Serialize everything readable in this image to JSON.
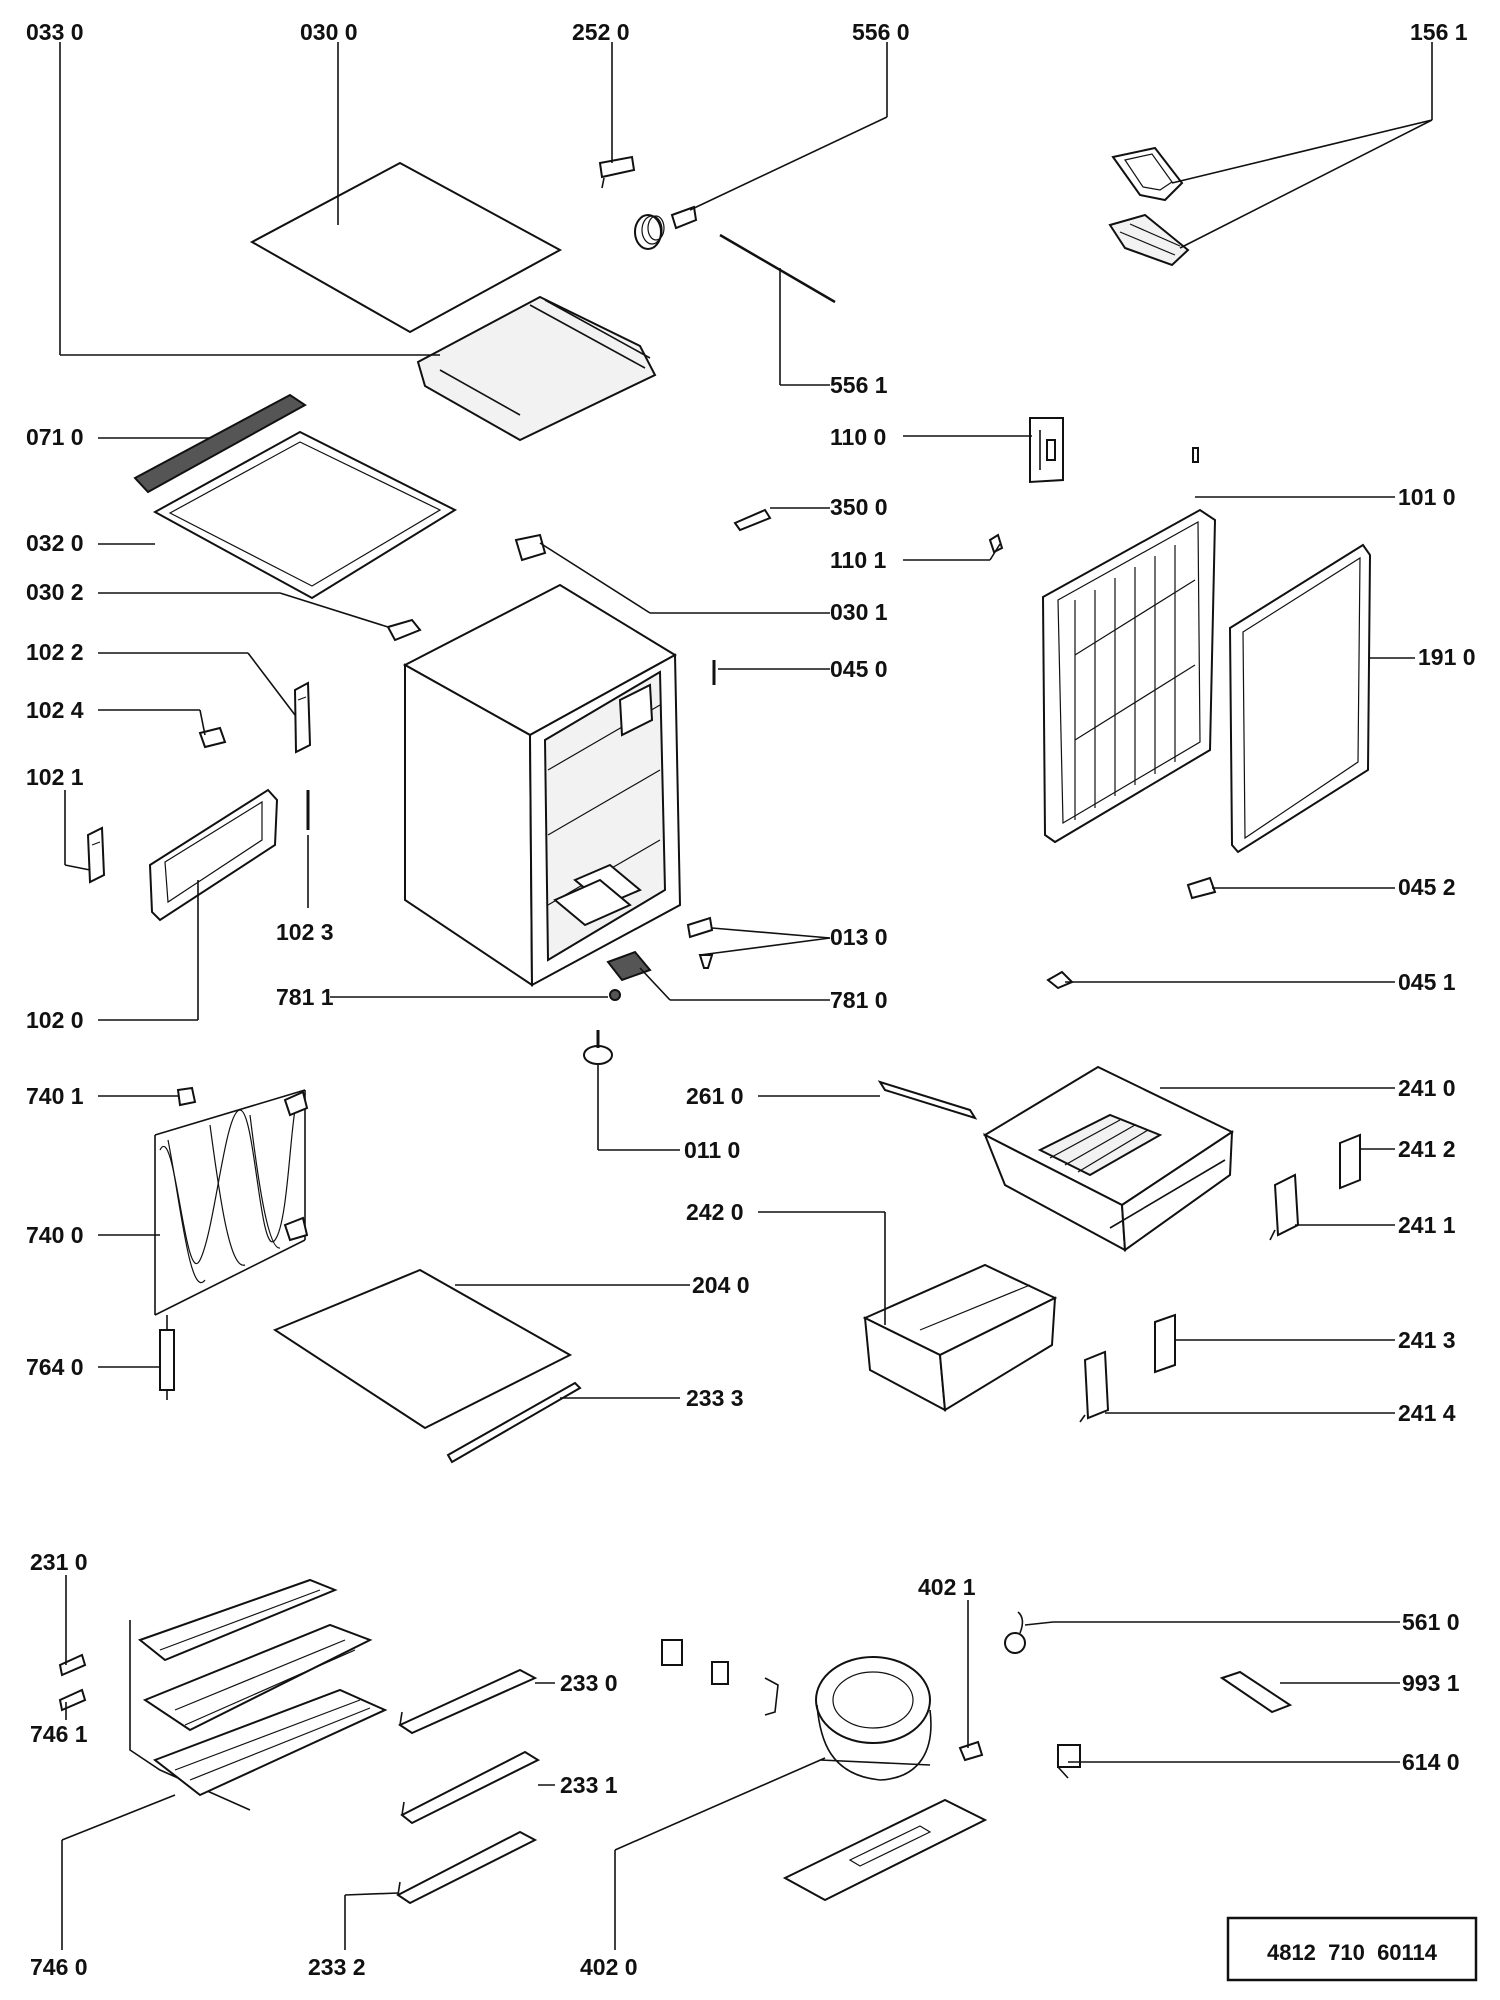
{
  "diagram": {
    "labels": [
      {
        "id": "033-0",
        "text": "033 0"
      },
      {
        "id": "030-0",
        "text": "030 0"
      },
      {
        "id": "252-0",
        "text": "252 0"
      },
      {
        "id": "556-0",
        "text": "556 0"
      },
      {
        "id": "156-1",
        "text": "156 1"
      },
      {
        "id": "556-1",
        "text": "556 1"
      },
      {
        "id": "071-0",
        "text": "071 0"
      },
      {
        "id": "110-0",
        "text": "110 0"
      },
      {
        "id": "350-0",
        "text": "350 0"
      },
      {
        "id": "101-0",
        "text": "101 0"
      },
      {
        "id": "032-0",
        "text": "032 0"
      },
      {
        "id": "110-1",
        "text": "110 1"
      },
      {
        "id": "030-2",
        "text": "030 2"
      },
      {
        "id": "030-1",
        "text": "030 1"
      },
      {
        "id": "102-2",
        "text": "102 2"
      },
      {
        "id": "045-0",
        "text": "045 0"
      },
      {
        "id": "191-0",
        "text": "191 0"
      },
      {
        "id": "102-4",
        "text": "102 4"
      },
      {
        "id": "102-1",
        "text": "102 1"
      },
      {
        "id": "045-2",
        "text": "045 2"
      },
      {
        "id": "102-3",
        "text": "102 3"
      },
      {
        "id": "013-0",
        "text": "013 0"
      },
      {
        "id": "781-1",
        "text": "781 1"
      },
      {
        "id": "781-0",
        "text": "781 0"
      },
      {
        "id": "045-1",
        "text": "045 1"
      },
      {
        "id": "102-0",
        "text": "102 0"
      },
      {
        "id": "740-1",
        "text": "740 1"
      },
      {
        "id": "261-0",
        "text": "261 0"
      },
      {
        "id": "241-0",
        "text": "241 0"
      },
      {
        "id": "011-0",
        "text": "011 0"
      },
      {
        "id": "241-2",
        "text": "241 2"
      },
      {
        "id": "242-0",
        "text": "242 0"
      },
      {
        "id": "241-1",
        "text": "241 1"
      },
      {
        "id": "740-0",
        "text": "740 0"
      },
      {
        "id": "204-0",
        "text": "204 0"
      },
      {
        "id": "241-3",
        "text": "241 3"
      },
      {
        "id": "764-0",
        "text": "764 0"
      },
      {
        "id": "233-3",
        "text": "233 3"
      },
      {
        "id": "241-4",
        "text": "241 4"
      },
      {
        "id": "231-0",
        "text": "231 0"
      },
      {
        "id": "402-1",
        "text": "402 1"
      },
      {
        "id": "561-0",
        "text": "561 0"
      },
      {
        "id": "233-0",
        "text": "233 0"
      },
      {
        "id": "993-1",
        "text": "993 1"
      },
      {
        "id": "746-1",
        "text": "746 1"
      },
      {
        "id": "233-1",
        "text": "233 1"
      },
      {
        "id": "614-0",
        "text": "614 0"
      },
      {
        "id": "746-0",
        "text": "746 0"
      },
      {
        "id": "233-2",
        "text": "233 2"
      },
      {
        "id": "402-0",
        "text": "402 0"
      }
    ],
    "reference_number": "4812  710  60114"
  }
}
